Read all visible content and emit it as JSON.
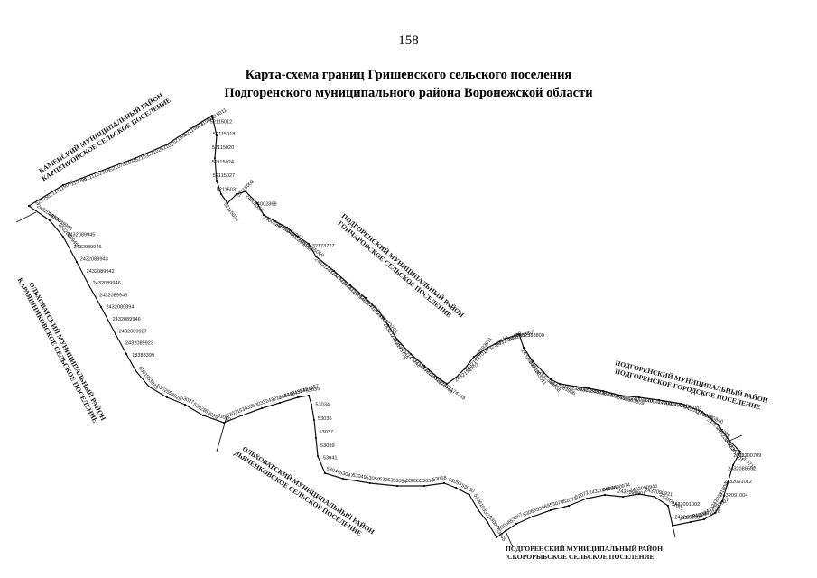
{
  "page_number": "158",
  "title": {
    "line1": "Карта-схема границ Гришевского сельского поселения",
    "line2": "Подгоренского муниципального района Воронежской области"
  },
  "regions": [
    {
      "id": "kamensky",
      "line1": "КАМЕНСКИЙ МУНИЦИПАЛЬНЫЙ РАЙОН",
      "line2": "КАРПЕНКОВСКОЕ СЕЛЬСКОЕ ПОСЕЛЕНИЕ"
    },
    {
      "id": "olkh-karayashnik",
      "line1": "ОЛЬХОВАТСКИЙ МУНИЦИПАЛЬНЫЙ РАЙОН",
      "line2": "КАРАЯШНИКОВСКОЕ СЕЛЬСКОЕ ПОСЕЛЕНИЕ"
    },
    {
      "id": "podg-goncharov",
      "line1": "ПОДГОРЕНСКИЙ МУНИЦИПАЛЬНЫЙ РАЙОН",
      "line2": "ГОНЧАРОВСКОЕ СЕЛЬСКОЕ ПОСЕЛЕНИЕ"
    },
    {
      "id": "podg-gorod",
      "line1": "ПОДГОРЕНСКИЙ МУНИЦИПАЛЬНЫЙ РАЙОН",
      "line2": "ПОДГОРЕНСКОЕ ГОРОДСКОЕ ПОСЕЛЕНИЕ"
    },
    {
      "id": "olkh-dyachen",
      "line1": "ОЛЬХОВАТСКИЙ МУНИЦИПАЛЬНЫЙ РАЙОН",
      "line2": "ДЬЯЧЕНКОВСКОЕ СЕЛЬСКОЕ ПОСЕЛЕНИЕ"
    },
    {
      "id": "podg-skororyb",
      "line1": "ПОДГОРЕНСКИЙ МУНИЦИПАЛЬНЫЙ РАЙОН",
      "line2": "СКОРОРЫБСКОЕ СЕЛЬСКОЕ ПОСЕЛЕНИЕ"
    }
  ],
  "point_labels": [
    "52125",
    "52114",
    "119090",
    "119098",
    "52111",
    "52108",
    "52107",
    "52104",
    "52103",
    "52102",
    "52101",
    "52100",
    "52115003",
    "52115067",
    "52115011",
    "52115012",
    "52115018",
    "52115020",
    "52115024",
    "52115027",
    "52115031",
    "52115034",
    "52115008",
    "24002355",
    "24002368",
    "24002355062",
    "24002355067",
    "24002355068",
    "24002355069",
    "2432173727",
    "2432173724",
    "2432173731",
    "2432173735",
    "2432173401",
    "2432173732",
    "2432173703",
    "2432173704",
    "2432173705",
    "2432173708",
    "2432174742",
    "2432174702",
    "2432174708",
    "2432174748",
    "2432174749",
    "2432174707",
    "2432174701",
    "2432383611",
    "2432383614",
    "2432383602",
    "2432383807",
    "2432383809",
    "2432383610",
    "2432383811",
    "2432383608",
    "2432383906",
    "2432383807",
    "2432383813",
    "2432383901",
    "2432383905",
    "2432383809",
    "24004170",
    "24004171001",
    "24004172002",
    "24004171003",
    "24004170004",
    "2432190840",
    "2432191999",
    "2432200883",
    "2432200701",
    "2432200711",
    "2432200709",
    "2432088602",
    "2432091012",
    "2432091004",
    "2432091009",
    "2432091007",
    "2432091016",
    "2432091004",
    "2432091007",
    "2432091002",
    "2432091001",
    "2432090921",
    "2432090946",
    "2432090901",
    "2432090974",
    "2432090946",
    "52072",
    "52071",
    "53070",
    "53069",
    "53068",
    "53067",
    "53066",
    "53065",
    "53064",
    "53063",
    "53061",
    "53060",
    "53059",
    "53058",
    "53056",
    "53055",
    "53054",
    "53053",
    "53050",
    "53049",
    "53047",
    "53044",
    "53041",
    "53039",
    "53037",
    "53036",
    "53034",
    "53035",
    "2432181557",
    "2432181554",
    "2432181544",
    "53033",
    "53032",
    "53031",
    "53030",
    "53029",
    "53028",
    "53027",
    "53026",
    "53025",
    "53023",
    "53019",
    "18383399",
    "2432089923",
    "2432089927",
    "2432089946",
    "2432089894",
    "2432089946",
    "2432089946",
    "2432089942",
    "2432089943",
    "2432089946",
    "2432089945",
    "2432089946",
    "2432089946",
    "2432089944"
  ]
}
